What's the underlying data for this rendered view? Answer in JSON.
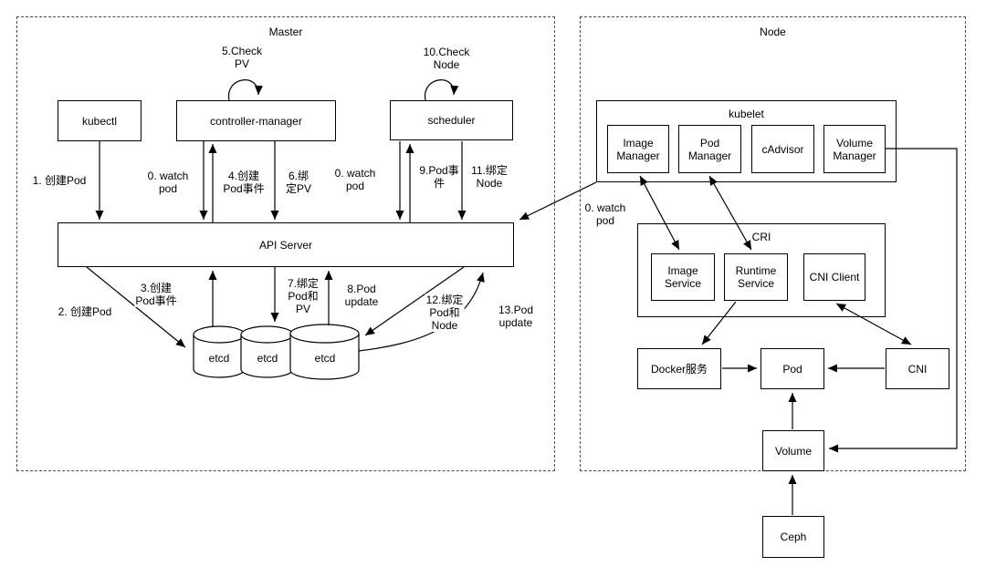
{
  "colors": {
    "stroke": "#000000",
    "background": "#ffffff",
    "dashed_border": "#4d4d4d"
  },
  "master": {
    "title": "Master",
    "nodes": {
      "kubectl": "kubectl",
      "controller_manager": "controller-manager",
      "scheduler": "scheduler",
      "api_server": "API Server",
      "etcd1": "etcd",
      "etcd2": "etcd",
      "etcd3": "etcd"
    },
    "edge_labels": {
      "create_pod_1": "1. 创建Pod",
      "watch_pod_cm": "0. watch\npod",
      "create_pod_event_4": "4.创建\nPod事件",
      "check_pv_5": "5.Check\nPV",
      "bind_pv_6": "6.绑\n定PV",
      "watch_pod_sched": "0. watch\npod",
      "pod_event_9": "9.Pod事\n件",
      "check_node_10": "10.Check\nNode",
      "bind_node_11": "11.绑定\nNode",
      "create_pod_2": "2. 创建Pod",
      "create_pod_event_3": "3.创建\nPod事件",
      "bind_pod_pv_7": "7.绑定\nPod和\nPV",
      "pod_update_8": "8.Pod\nupdate",
      "bind_pod_node_12": "12.绑定\nPod和\nNode",
      "pod_update_13": "13.Pod\nupdate"
    }
  },
  "node": {
    "title": "Node",
    "nodes": {
      "kubelet": "kubelet",
      "image_manager": "Image\nManager",
      "pod_manager": "Pod\nManager",
      "cadvisor": "cAdvisor",
      "volume_manager": "Volume\nManager",
      "cri": "CRI",
      "image_service": "Image\nService",
      "runtime_service": "Runtime\nService",
      "cni_client": "CNI Client",
      "docker": "Docker服务",
      "pod": "Pod",
      "cni": "CNI",
      "volume": "Volume",
      "ceph": "Ceph"
    },
    "edge_labels": {
      "watch_pod_kubelet": "0. watch\npod"
    }
  }
}
